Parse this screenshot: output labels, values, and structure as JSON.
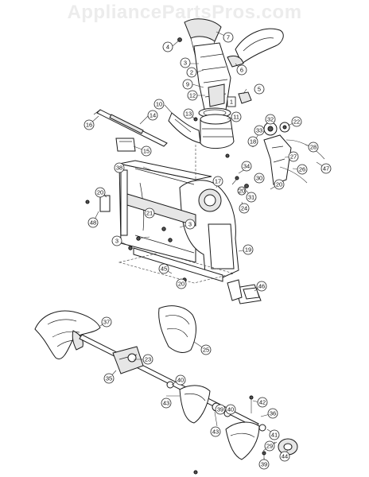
{
  "watermark": "AppliancePartsPros.com",
  "callouts": [
    {
      "id": "c4a",
      "label": "4"
    },
    {
      "id": "c7",
      "label": "7"
    },
    {
      "id": "c3a",
      "label": "3"
    },
    {
      "id": "c2",
      "label": "2"
    },
    {
      "id": "c6",
      "label": "6"
    },
    {
      "id": "c9",
      "label": "9"
    },
    {
      "id": "c12",
      "label": "12"
    },
    {
      "id": "c5",
      "label": "5"
    },
    {
      "id": "c1",
      "label": "1"
    },
    {
      "id": "c10",
      "label": "10"
    },
    {
      "id": "c13",
      "label": "13"
    },
    {
      "id": "c11",
      "label": "11"
    },
    {
      "id": "c14",
      "label": "14"
    },
    {
      "id": "c16",
      "label": "16"
    },
    {
      "id": "c15",
      "label": "15"
    },
    {
      "id": "c32",
      "label": "32"
    },
    {
      "id": "c22",
      "label": "22"
    },
    {
      "id": "c33",
      "label": "33"
    },
    {
      "id": "c18",
      "label": "18"
    },
    {
      "id": "c28",
      "label": "28"
    },
    {
      "id": "c34",
      "label": "34"
    },
    {
      "id": "c26",
      "label": "26"
    },
    {
      "id": "c47",
      "label": "47"
    },
    {
      "id": "c27",
      "label": "27"
    },
    {
      "id": "c30a",
      "label": "30"
    },
    {
      "id": "c17",
      "label": "17"
    },
    {
      "id": "c31",
      "label": "31"
    },
    {
      "id": "c20a",
      "label": "20"
    },
    {
      "id": "c24",
      "label": "24"
    },
    {
      "id": "c20b",
      "label": "20"
    },
    {
      "id": "c38",
      "label": "38"
    },
    {
      "id": "c20c",
      "label": "20"
    },
    {
      "id": "c48",
      "label": "48"
    },
    {
      "id": "c21",
      "label": "21"
    },
    {
      "id": "c3b",
      "label": "3"
    },
    {
      "id": "c3c",
      "label": "3"
    },
    {
      "id": "c19",
      "label": "19"
    },
    {
      "id": "c45",
      "label": "45"
    },
    {
      "id": "c20d",
      "label": "20"
    },
    {
      "id": "c46",
      "label": "46"
    },
    {
      "id": "c37",
      "label": "37"
    },
    {
      "id": "c25",
      "label": "25"
    },
    {
      "id": "c23",
      "label": "23"
    },
    {
      "id": "c35",
      "label": "35"
    },
    {
      "id": "c40a",
      "label": "40"
    },
    {
      "id": "c43a",
      "label": "43"
    },
    {
      "id": "c42",
      "label": "42"
    },
    {
      "id": "c36",
      "label": "36"
    },
    {
      "id": "c39a",
      "label": "39"
    },
    {
      "id": "c40b",
      "label": "40"
    },
    {
      "id": "c43b",
      "label": "43"
    },
    {
      "id": "c41",
      "label": "41"
    },
    {
      "id": "c29",
      "label": "29"
    },
    {
      "id": "c44",
      "label": "44"
    },
    {
      "id": "c39b",
      "label": "39"
    }
  ]
}
